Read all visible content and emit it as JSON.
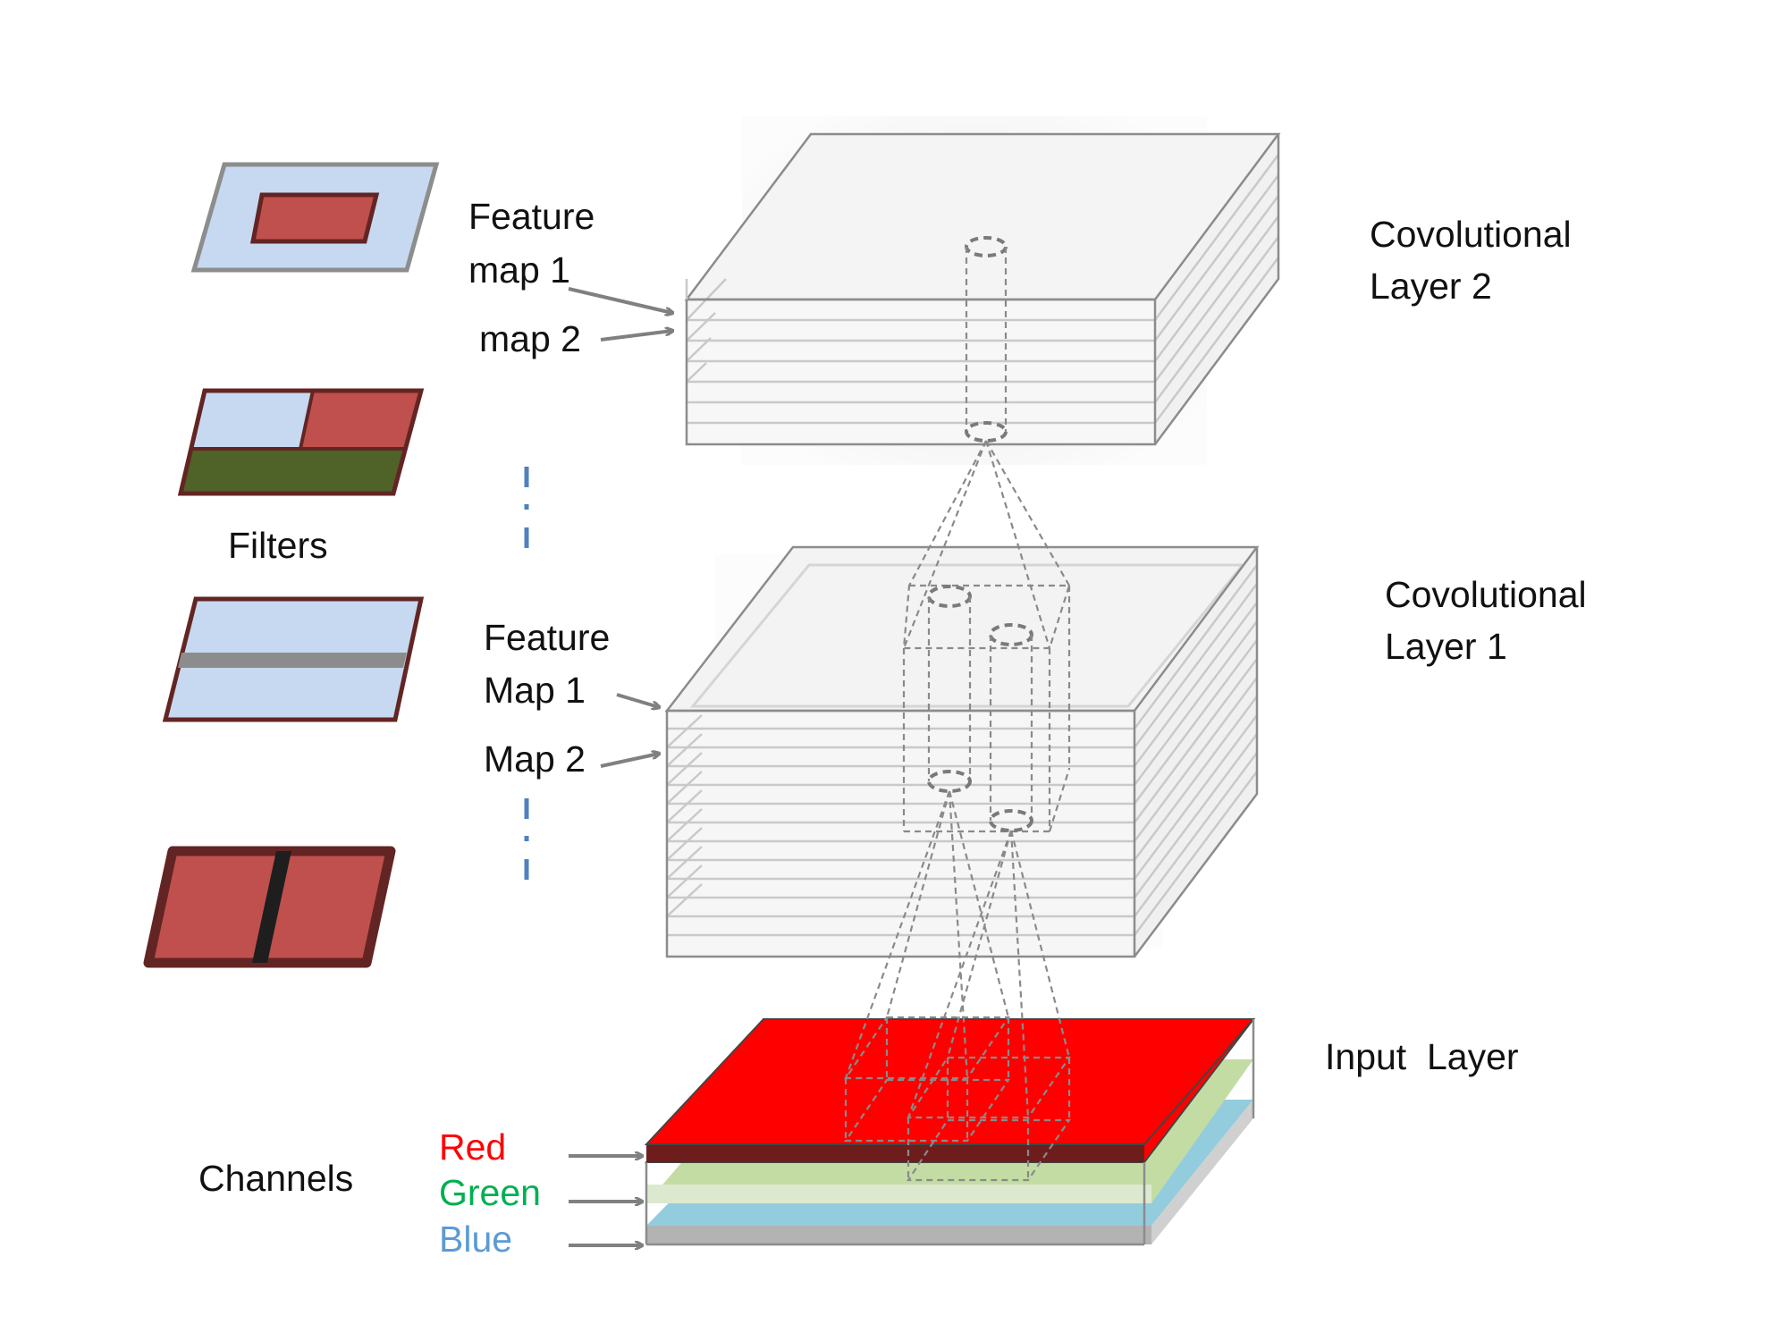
{
  "labels": {
    "filters": "Filters",
    "channels": "Channels",
    "conv_layer_2": [
      "Covolutional",
      "Layer 2"
    ],
    "conv_layer_1": [
      "Covolutional",
      "Layer 1"
    ],
    "input_layer": "Input  Layer",
    "feature_maps_top": [
      "Feature",
      "map 1",
      "map 2"
    ],
    "feature_maps_mid": [
      "Feature",
      "Map 1",
      "Map 2"
    ],
    "channel_names": [
      "Red",
      "Green",
      "Blue"
    ]
  },
  "colors": {
    "filter_light_blue": "#c6d9f1",
    "filter_red": "#c0504d",
    "filter_dark_green": "#4f6228",
    "filter_border_dark_red": "#632523",
    "channel_red": "#ff0000",
    "channel_red_side": "#6e1d1d",
    "channel_green": "#c3dca4",
    "channel_blue": "#93cddd",
    "ellipsis_blue": "#4f81bd"
  }
}
